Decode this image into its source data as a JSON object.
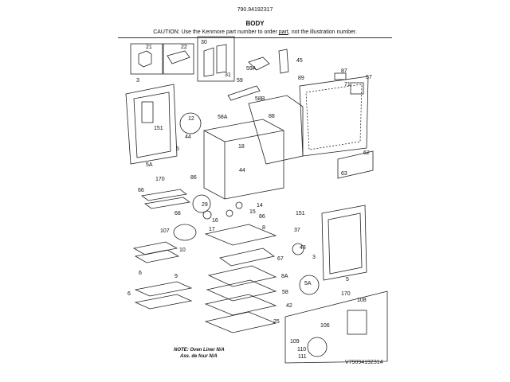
{
  "header": {
    "model_number": "790.94192317",
    "title": "BODY",
    "caution_prefix": "CAUTION: Use the Kenmore part number to order ",
    "caution_part": "part",
    "caution_suffix": ", not the illustration number."
  },
  "notes": {
    "line1": "NOTE: Oven Liner N/A",
    "line2": "Ass. de four N/A"
  },
  "illustration_id": "V79094192314",
  "part_labels": [
    "21",
    "22",
    "30",
    "31",
    "45",
    "3",
    "59A",
    "59",
    "89",
    "87",
    "57",
    "71",
    "151",
    "58B",
    "88",
    "12",
    "44",
    "58A",
    "5",
    "18",
    "5A",
    "170",
    "86",
    "44",
    "62",
    "63",
    "66",
    "68",
    "29",
    "14",
    "15",
    "16",
    "17",
    "86",
    "107",
    "8",
    "151",
    "37",
    "10",
    "67",
    "43",
    "3",
    "9",
    "8A",
    "58",
    "42",
    "25",
    "5A",
    "5",
    "170",
    "6",
    "6",
    "108",
    "106",
    "109",
    "110",
    "111"
  ]
}
